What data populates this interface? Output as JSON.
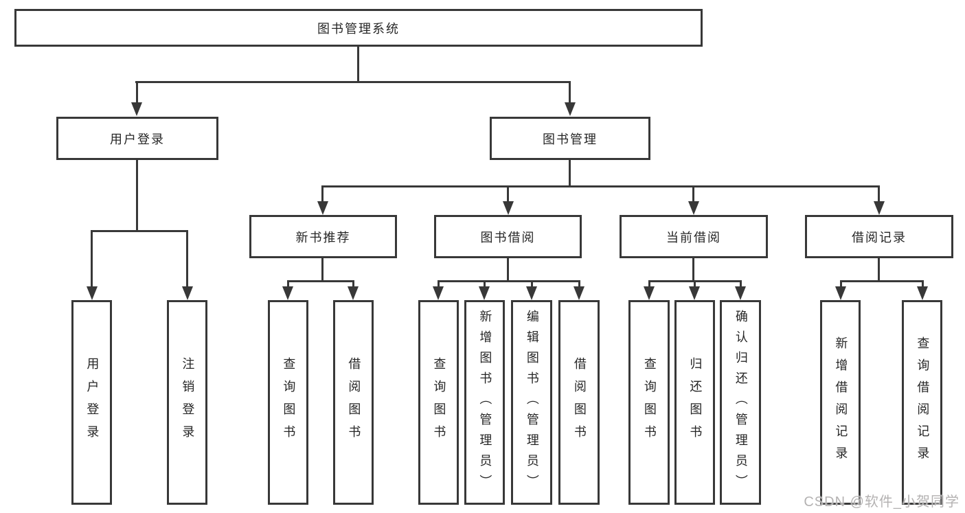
{
  "diagram_title": "图书管理系统",
  "tree": {
    "label": "图书管理系统",
    "children": [
      {
        "label": "用户登录",
        "children": [
          {
            "label": "用户登录"
          },
          {
            "label": "注销登录"
          }
        ]
      },
      {
        "label": "图书管理",
        "children": [
          {
            "label": "新书推荐",
            "children": [
              {
                "label": "查询图书"
              },
              {
                "label": "借阅图书"
              }
            ]
          },
          {
            "label": "图书借阅",
            "children": [
              {
                "label": "查询图书"
              },
              {
                "label": "新增图书（管理员）"
              },
              {
                "label": "编辑图书（管理员）"
              },
              {
                "label": "借阅图书"
              }
            ]
          },
          {
            "label": "当前借阅",
            "children": [
              {
                "label": "查询图书"
              },
              {
                "label": "归还图书"
              },
              {
                "label": "确认归还（管理员）"
              }
            ]
          },
          {
            "label": "借阅记录",
            "children": [
              {
                "label": "新增借阅记录"
              },
              {
                "label": "查询借阅记录"
              }
            ]
          }
        ]
      }
    ]
  },
  "watermark": "CSDN @软件_小贺同学",
  "colors": {
    "line": "#383838",
    "text": "#262626",
    "background": "#ffffff",
    "watermark": "#b4b2b2"
  }
}
